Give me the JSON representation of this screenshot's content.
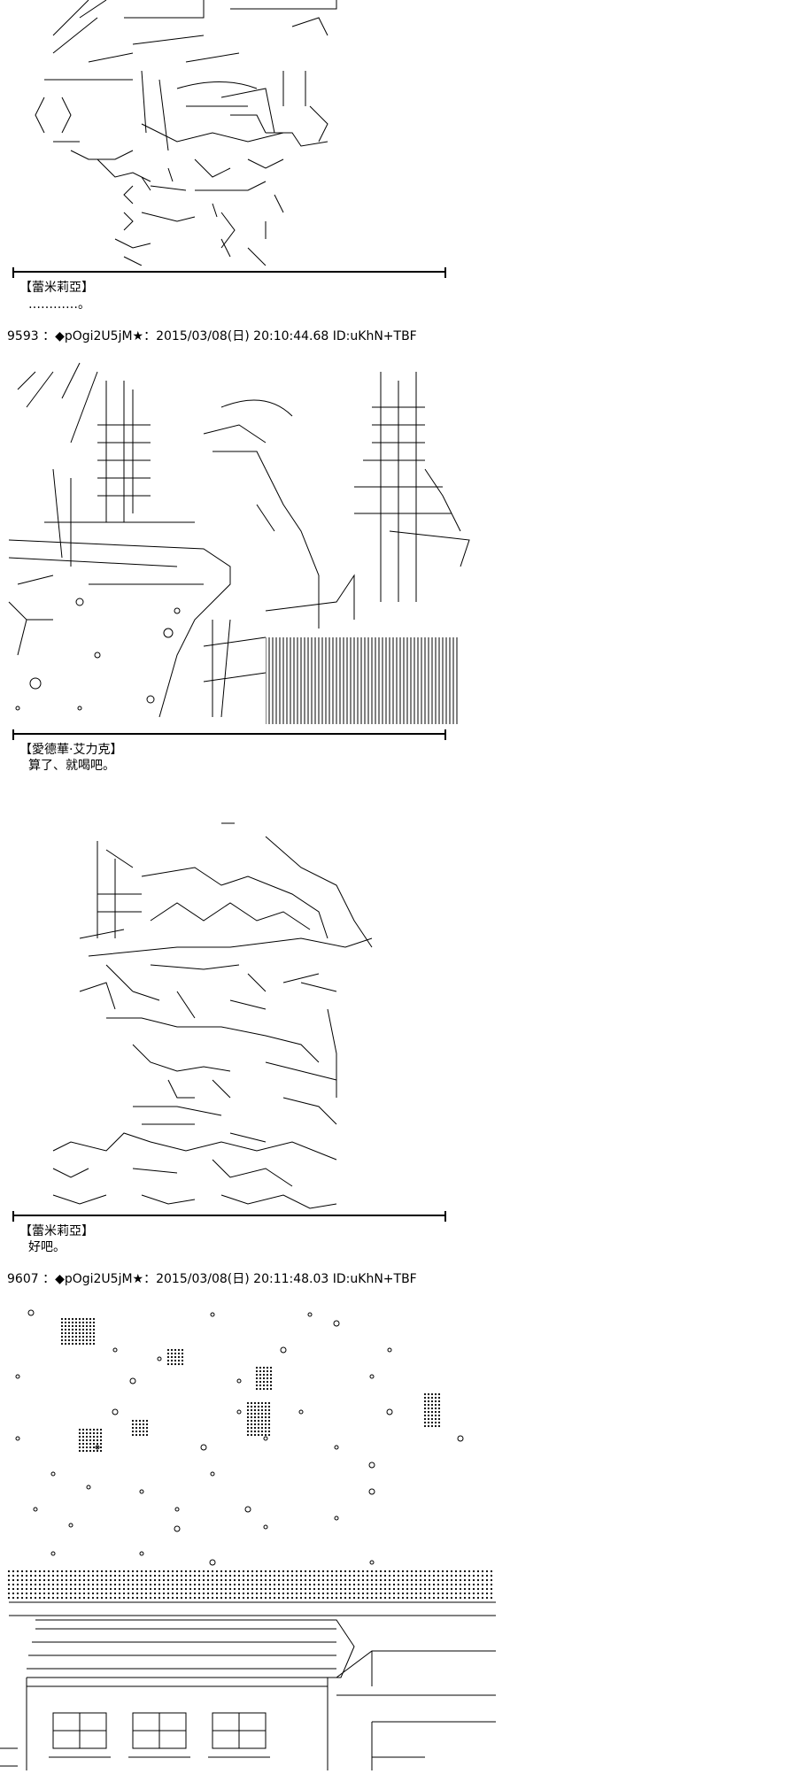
{
  "posts": [
    {
      "speaker": "【蕾米莉亞】",
      "dialogue": "…………。"
    },
    {
      "header": "9593 ：◆pOgi2U5jM★：2015/03/08(日) 20:10:44.68 ID:uKhN+TBF",
      "speaker": "【愛德華·艾力克】",
      "dialogue": "算了、就喝吧。"
    },
    {
      "speaker": "【蕾米莉亞】",
      "dialogue": "好吧。"
    },
    {
      "header": "9607 ：◆pOgi2U5jM★：2015/03/08(日) 20:11:48.03 ID:uKhN+TBF"
    }
  ],
  "colors": {
    "ink": "#000000",
    "background": "#ffffff"
  }
}
